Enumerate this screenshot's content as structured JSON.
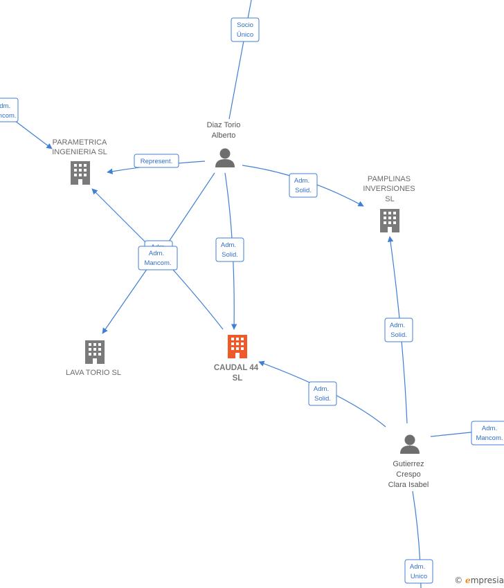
{
  "nodes": {
    "diaz_torio": {
      "lines": [
        "Diaz Torio",
        "Alberto"
      ],
      "kind": "person"
    },
    "parametrica": {
      "lines": [
        "PARAMETRICA",
        "INGENIERIA  SL"
      ],
      "kind": "company"
    },
    "pamplinas": {
      "lines": [
        "PAMPLINAS",
        "INVERSIONES",
        "SL"
      ],
      "kind": "company"
    },
    "lava_torio": {
      "lines": [
        "LAVA TORIO SL"
      ],
      "kind": "company"
    },
    "caudal": {
      "lines": [
        "CAUDAL 44",
        "SL"
      ],
      "kind": "main-company"
    },
    "gutierrez": {
      "lines": [
        "Gutierrez",
        "Crespo",
        "Clara Isabel"
      ],
      "kind": "person"
    }
  },
  "edges": [
    {
      "id": "e_socio",
      "label": [
        "Socio",
        "Único"
      ]
    },
    {
      "id": "e_adm_topleft",
      "label": [
        "Adm.",
        "Mancom."
      ]
    },
    {
      "id": "e_represent",
      "label": [
        "Represent."
      ]
    },
    {
      "id": "e_adm_solid_pamplinas",
      "label": [
        "Adm.",
        "Solid."
      ]
    },
    {
      "id": "e_adm_mancom_back",
      "label": [
        "Adm."
      ]
    },
    {
      "id": "e_adm_mancom",
      "label": [
        "Adm.",
        "Mancom."
      ]
    },
    {
      "id": "e_adm_solid_caudal",
      "label": [
        "Adm.",
        "Solid."
      ]
    },
    {
      "id": "e_gut_pamplinas",
      "label": [
        "Adm.",
        "Solid."
      ]
    },
    {
      "id": "e_gut_caudal",
      "label": [
        "Adm.",
        "Solid."
      ]
    },
    {
      "id": "e_gut_right",
      "label": [
        "Adm.",
        "Mancom."
      ]
    },
    {
      "id": "e_gut_bottom",
      "label": [
        "Adm.",
        "Unico"
      ]
    }
  ],
  "brand": {
    "copyright": "©",
    "e_letter": "e",
    "rest": "mpresia"
  },
  "colors": {
    "edge": "#3f7fd4",
    "building": "#7a7a7a",
    "main_building": "#ee5a2a",
    "person": "#6e6e6e"
  }
}
